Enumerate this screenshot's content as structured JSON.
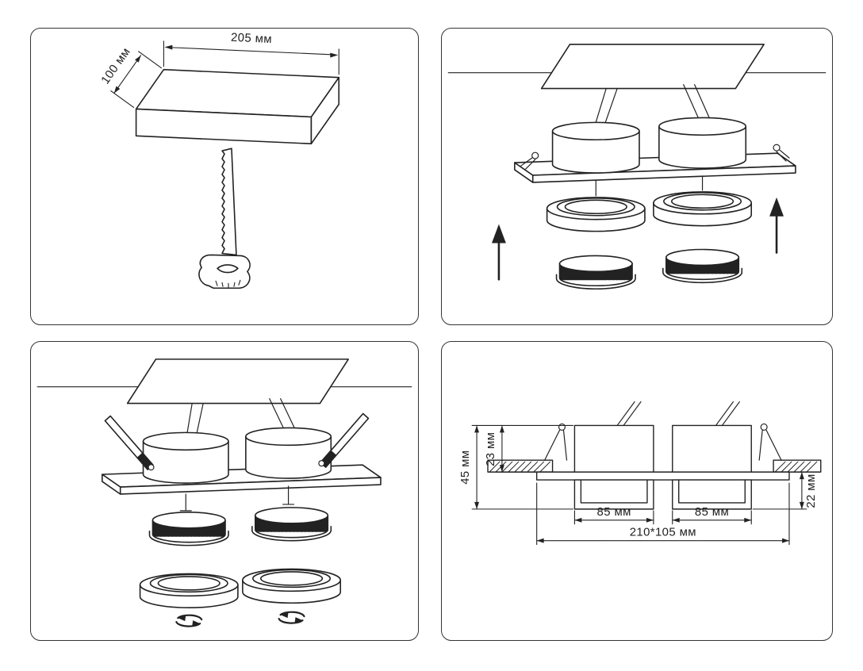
{
  "sheet": {
    "background_color": "#ffffff",
    "line_color": "#222222",
    "panel_border_color": "#343434"
  },
  "icons": {
    "lift_up_arrow": "↑",
    "twist_lock_arrow": "↺"
  },
  "panels": {
    "cutout": {
      "dim_width": "205 мм",
      "dim_depth": "100 мм"
    },
    "section": {
      "dim_height_total": "45 мм",
      "dim_height_above_ceiling": "23 мм",
      "dim_height_below_ceiling": "22 мм",
      "dim_lamp_left": "85 мм",
      "dim_lamp_right": "85 мм",
      "dim_overall": "210*105 мм"
    }
  }
}
